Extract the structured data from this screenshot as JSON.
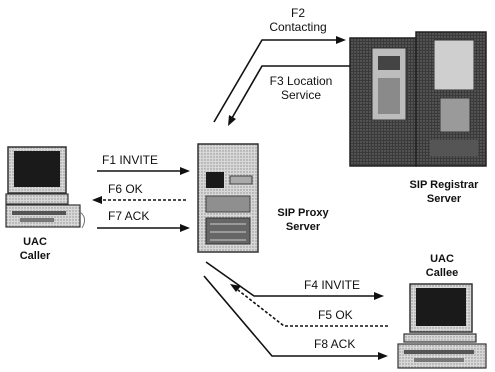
{
  "nodes": {
    "caller": {
      "label_line1": "UAC",
      "label_line2": "Caller"
    },
    "proxy": {
      "label_line1": "SIP Proxy",
      "label_line2": "Server"
    },
    "registrar": {
      "label_line1": "SIP Registrar",
      "label_line2": "Server"
    },
    "callee": {
      "label_line1": "UAC",
      "label_line2": "Callee"
    }
  },
  "messages": {
    "f1": "F1 INVITE",
    "f2_line1": "F2",
    "f2_line2": "Contacting",
    "f3_line1": "F3 Location",
    "f3_line2": "Service",
    "f4": "F4 INVITE",
    "f5": "F5 OK",
    "f6": "F6 OK",
    "f7": "F7 ACK",
    "f8": "F8 ACK"
  },
  "colors": {
    "ink": "#111111",
    "device_dark": "#2a2a2a",
    "device_mid": "#8a8a8a",
    "device_light": "#cfcfcf"
  }
}
